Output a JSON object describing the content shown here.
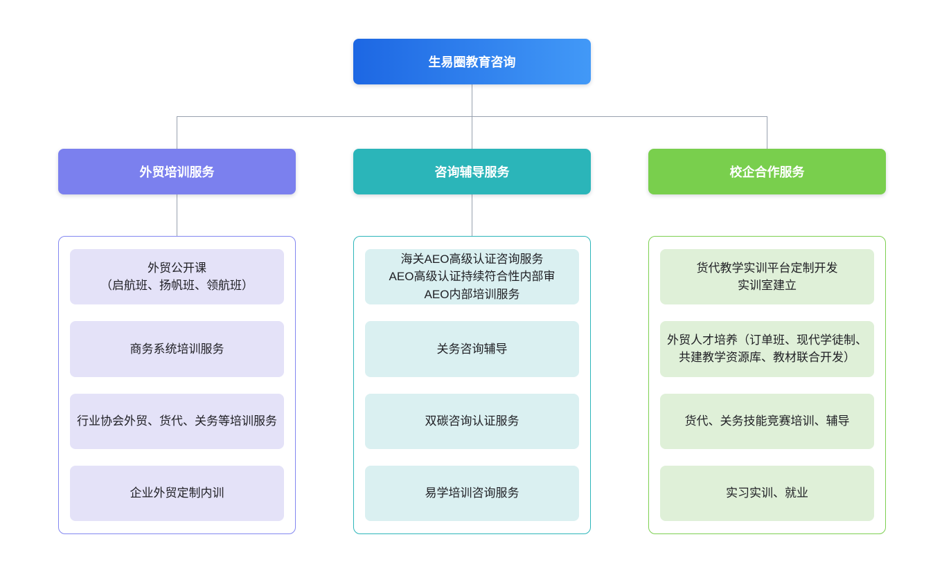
{
  "page": {
    "background": "#ffffff",
    "connector_color": "#97a0ae"
  },
  "root": {
    "label": "生易圈教育咨询",
    "gradient_start": "#1d67e3",
    "gradient_end": "#4299f7",
    "text_color": "#ffffff"
  },
  "branches": [
    {
      "label": "外贸培训服务",
      "header_color": "#7b80ee",
      "container_border_color": "#8286f0",
      "item_background": "#e4e2f8",
      "items": [
        "外贸公开课\n（启航班、扬帆班、领航班）",
        "商务系统培训服务",
        "行业协会外贸、货代、关务等培训服务",
        "企业外贸定制内训"
      ]
    },
    {
      "label": "咨询辅导服务",
      "header_color": "#2bb5b9",
      "container_border_color": "#2bb5b9",
      "item_background": "#daf0f1",
      "items": [
        "海关AEO高级认证咨询服务\nAEO高级认证持续符合性内部审\nAEO内部培训服务",
        "关务咨询辅导",
        "双碳咨询认证服务",
        "易学培训咨询服务"
      ]
    },
    {
      "label": "校企合作服务",
      "header_color": "#79cf4d",
      "container_border_color": "#7ccf50",
      "item_background": "#dff0d8",
      "items": [
        "货代教学实训平台定制开发\n实训室建立",
        "外贸人才培养（订单班、现代学徒制、共建教学资源库、教材联合开发）",
        "货代、关务技能竞赛培训、辅导",
        "实习实训、就业"
      ]
    }
  ]
}
